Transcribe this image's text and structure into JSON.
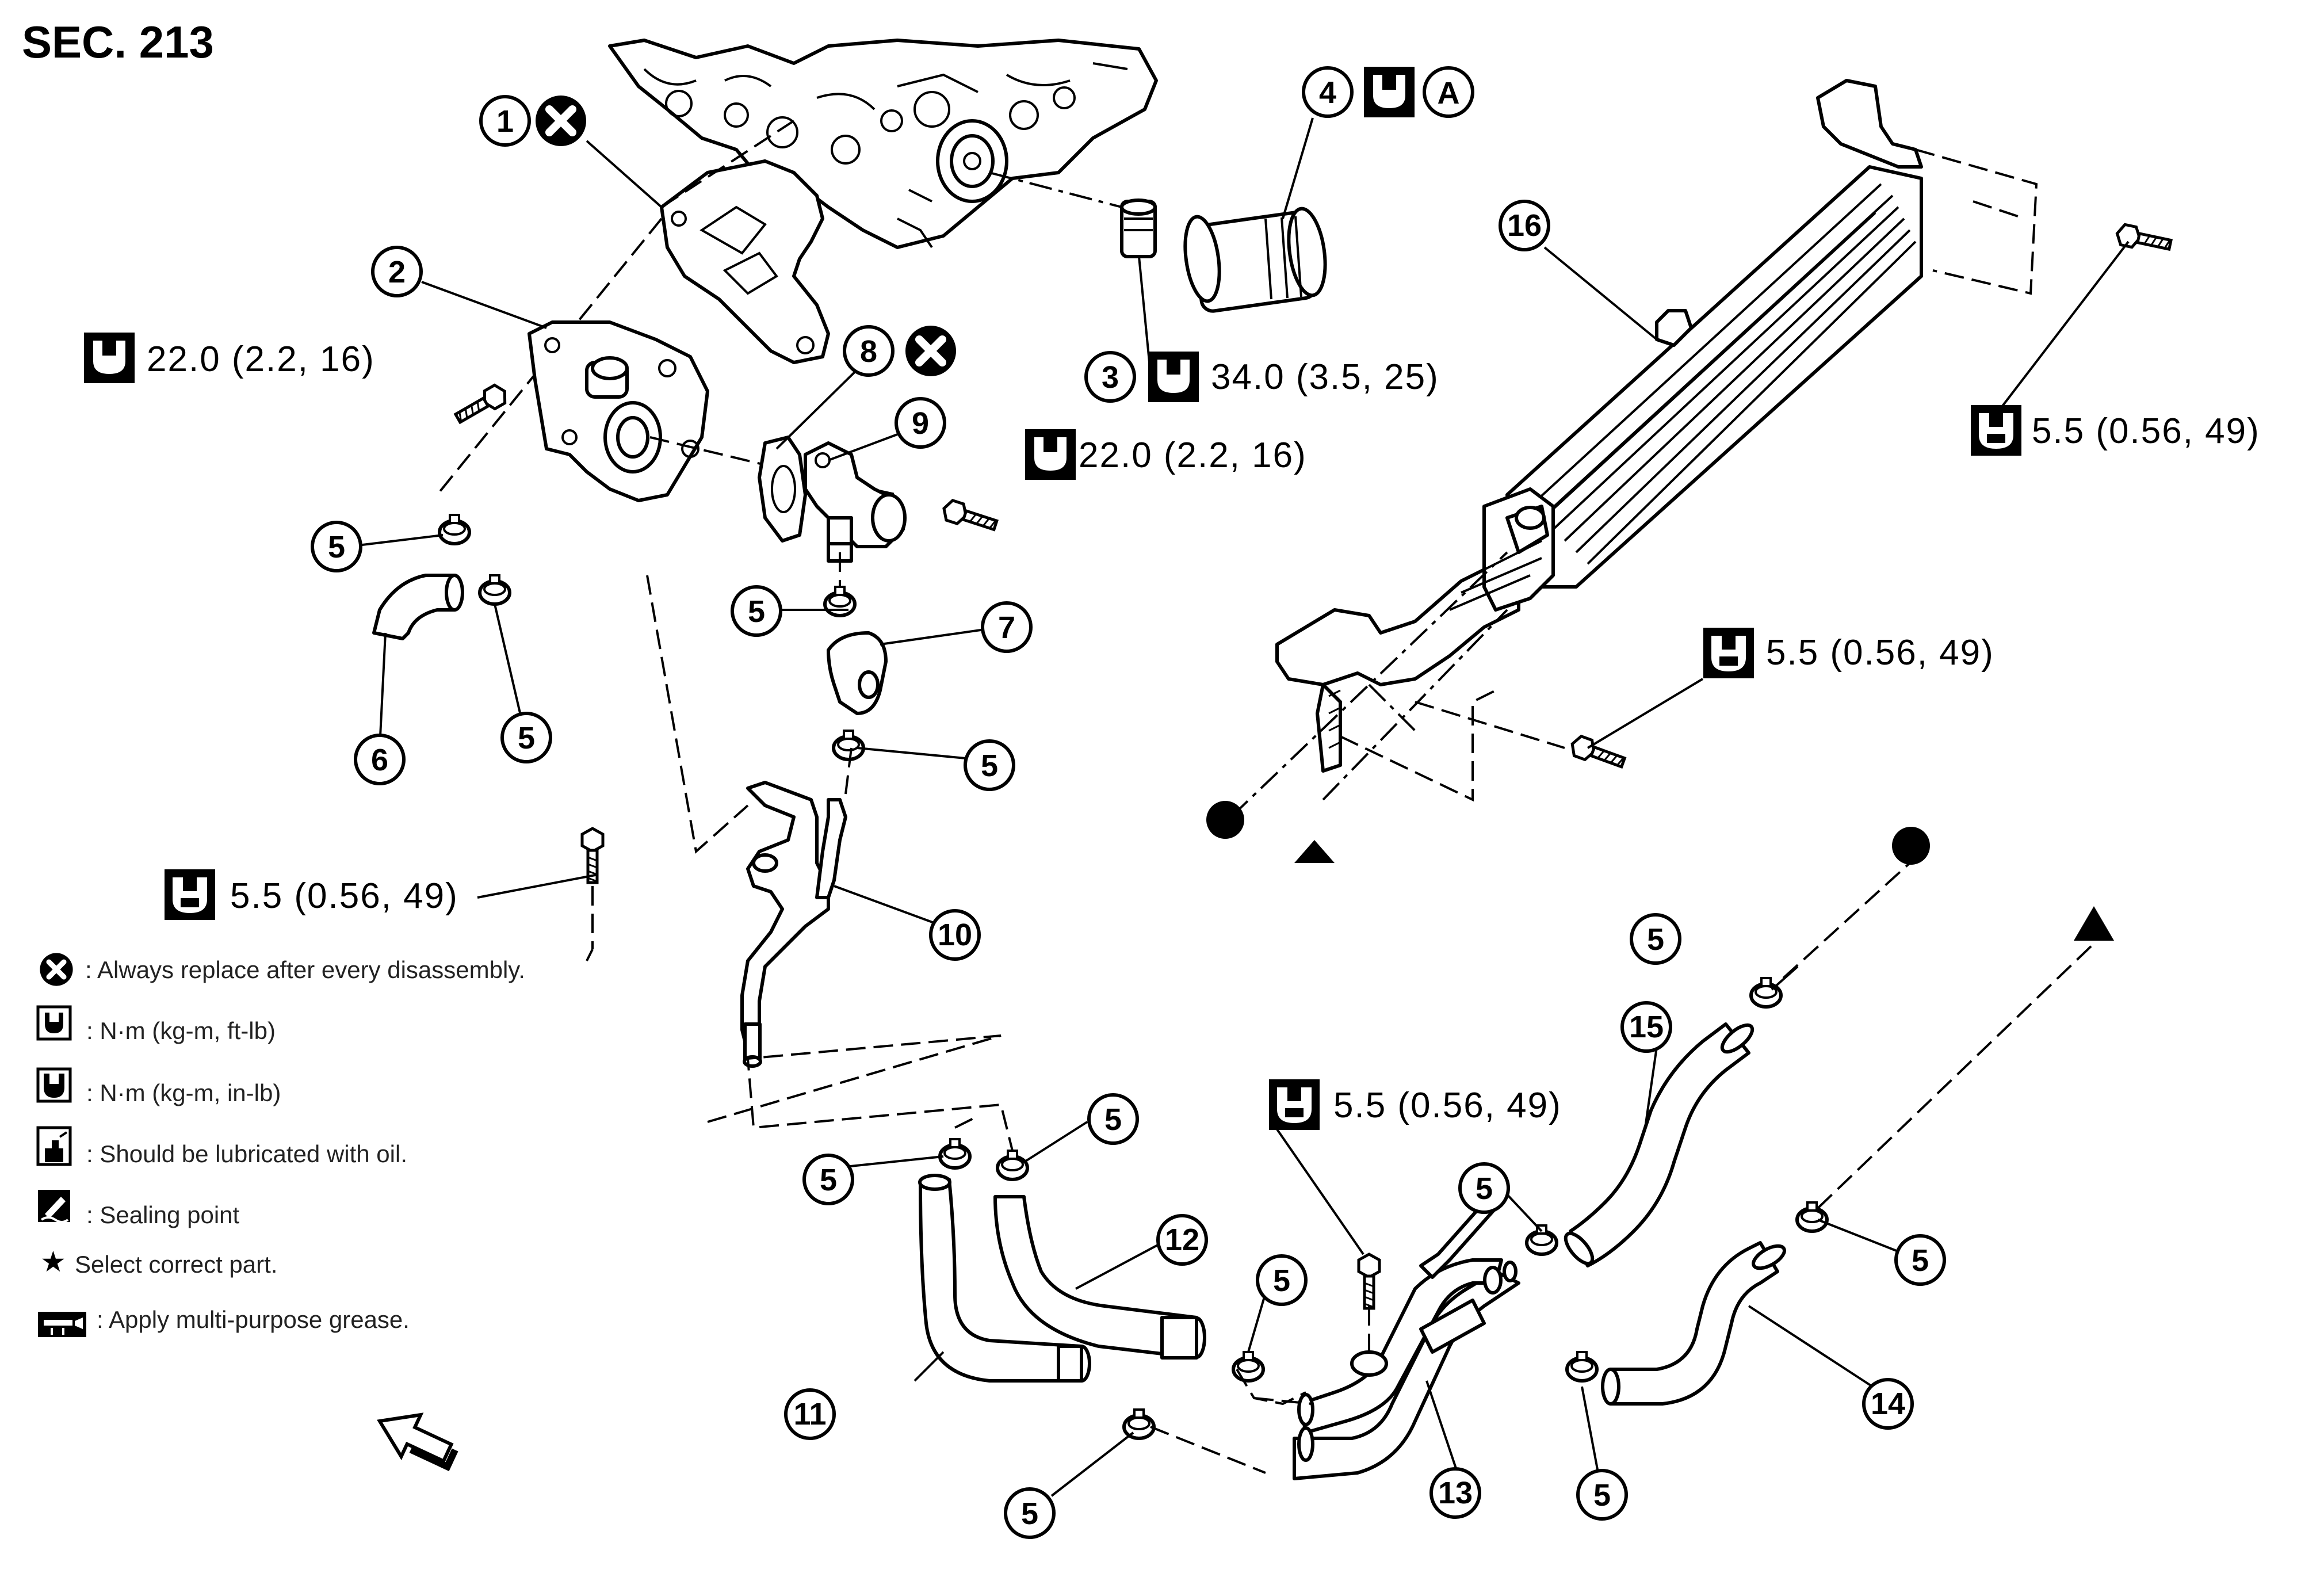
{
  "section_title": "SEC. 213",
  "part_numbers": [
    "1",
    "2",
    "3",
    "4",
    "5",
    "6",
    "7",
    "8",
    "9",
    "10",
    "11",
    "12",
    "13",
    "14",
    "15",
    "16"
  ],
  "torque_specs": {
    "bracket_bolt": "22.0 (2.2, 16)",
    "outlet_bolt": "22.0 (2.2, 16)",
    "connector_3": "34.0 (3.5, 25)",
    "tube_bolt_left": "5.5 (0.56, 49)",
    "cooler_bolt_right": "5.5 (0.56, 49)",
    "cooler_bolt_lower": "5.5 (0.56, 49)",
    "tube_bolt_bottom": "5.5 (0.56, 49)"
  },
  "filter_marker": "A",
  "legend": [
    {
      "icon": "replace-x-icon",
      "text": ": Always replace after every disassembly."
    },
    {
      "icon": "torque-ftlb-icon",
      "text": ": N·m (kg-m, ft-lb)"
    },
    {
      "icon": "torque-inlb-icon",
      "text": ": N·m (kg-m, in-lb)"
    },
    {
      "icon": "oil-can-icon",
      "text": ": Should be lubricated with oil."
    },
    {
      "icon": "sealing-point-icon",
      "text": ": Sealing point"
    },
    {
      "icon": "star-icon",
      "text": "Select correct part."
    },
    {
      "icon": "grease-gun-icon",
      "text": ": Apply multi-purpose grease."
    }
  ],
  "front_arrow_icon": "front-arrow-icon"
}
